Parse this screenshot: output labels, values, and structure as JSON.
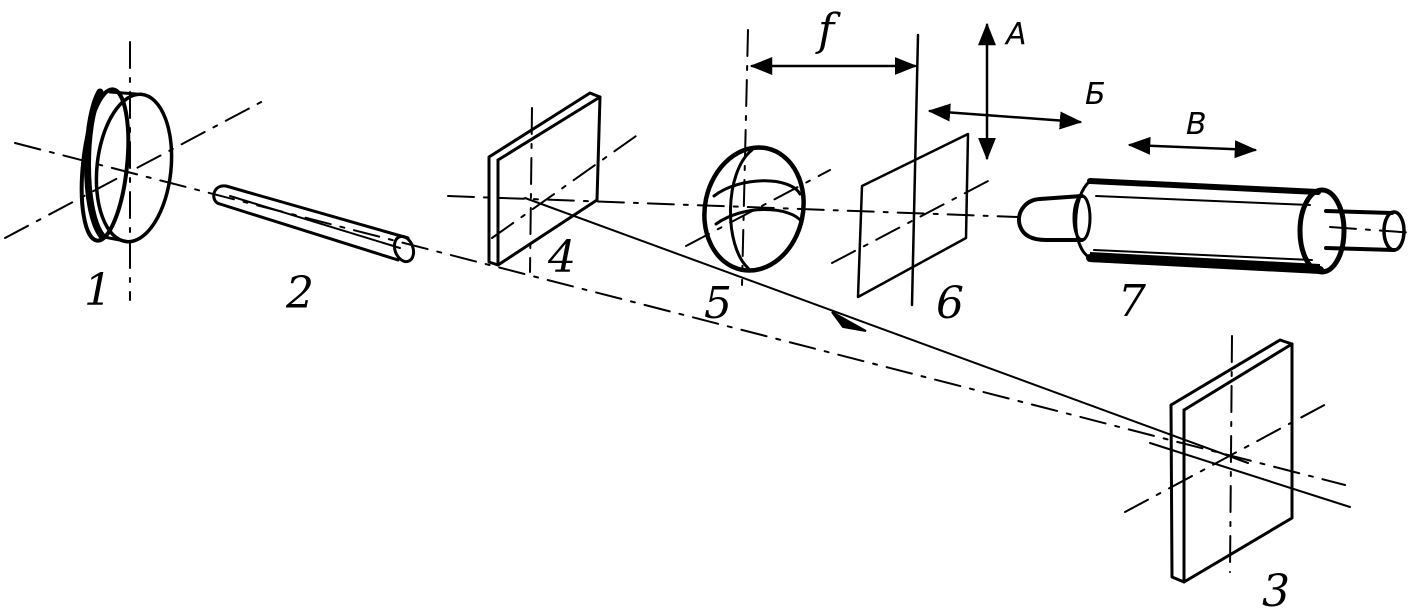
{
  "diagram": {
    "components": [
      {
        "id": "1",
        "label": "1"
      },
      {
        "id": "2",
        "label": "2"
      },
      {
        "id": "3",
        "label": "3"
      },
      {
        "id": "4",
        "label": "4"
      },
      {
        "id": "5",
        "label": "5"
      },
      {
        "id": "6",
        "label": "6"
      },
      {
        "id": "7",
        "label": "7"
      }
    ],
    "annotations": {
      "focal": "f",
      "axis_a": "A",
      "axis_b": "Б",
      "axis_v": "В"
    },
    "colors": {
      "ink": "#000000",
      "background": "#ffffff"
    }
  }
}
